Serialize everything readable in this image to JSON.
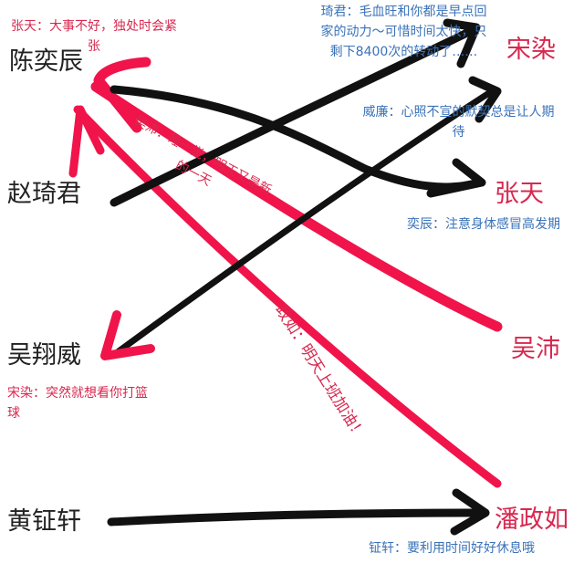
{
  "left_people": [
    "陈奕辰",
    "赵琦君",
    "吴翔威",
    "黄钲轩"
  ],
  "right_people": [
    "宋染",
    "张天",
    "吴沛",
    "潘政如"
  ],
  "notes": {
    "zhangtian": "张天：大事不好，独处时会紧张",
    "wupei": "吴沛：睡一觉，明天又是新的一天",
    "qijun": "琦君：毛血旺和你都是早点回家的动力～可惜时间太快，只剩下8400次的转动了……",
    "weilian": "威廉：心照不宣的默契总是让人期待",
    "yichen": "奕辰：注意身体感冒高发期",
    "zhengru": "政如：明天上班加油！",
    "songran": "宋染：突然就想看你打篮球",
    "zhengxuan": "钲轩：要利用时间好好休息哦"
  },
  "colors": {
    "black": "#111111",
    "red": "#f0144a",
    "blue_text": "#3a72b8",
    "red_text": "#d8284f"
  }
}
